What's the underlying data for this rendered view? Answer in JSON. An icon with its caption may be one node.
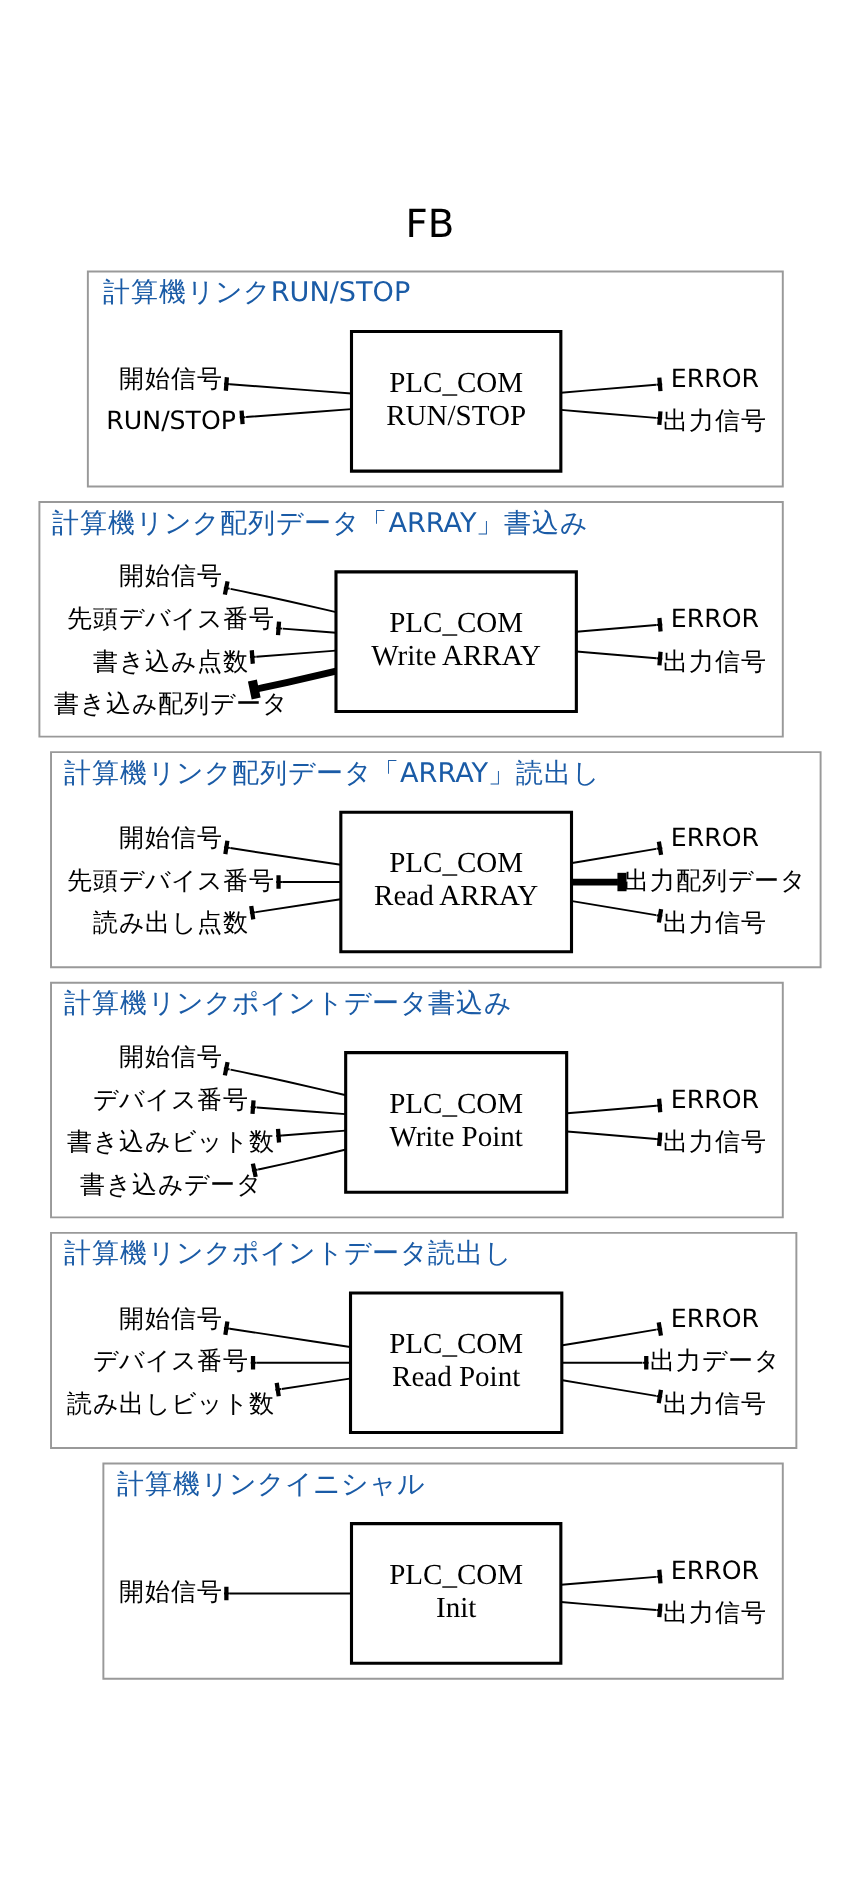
{
  "diagram": {
    "title": "FB",
    "nodes": [
      {
        "text": [
          "計算機リンクイニシャル"
        ]
      },
      {
        "text": [
          "開始信号"
        ],
        "in": 0
      },
      {
        "text": [
          "PLC_COM Init"
        ],
        "in": 0
      },
      {
        "text": [
          "出力信号"
        ],
        "in": 0
      },
      {
        "text": [
          "ERROR"
        ],
        "in": 0
      },
      {
        "text": [
          "計算機リンクポイントデータ読出し"
        ]
      },
      {
        "text": [
          "開始信号"
        ],
        "in": 5
      },
      {
        "text": [
          "デバイス番号"
        ],
        "in": 5
      },
      {
        "text": [
          "読み出しビット数"
        ],
        "in": 5
      },
      {
        "text": [
          "PLC_COM Read Point"
        ],
        "in": 5
      },
      {
        "text": [
          "出力信号"
        ],
        "in": 5
      },
      {
        "text": [
          "出力データ"
        ],
        "in": 5
      },
      {
        "text": [
          "ERROR"
        ],
        "in": 5
      },
      {
        "text": [
          "計算機リンクポイントデータ書込み"
        ]
      },
      {
        "text": [
          "開始信号"
        ],
        "in": 13
      },
      {
        "text": [
          "デバイス番号"
        ],
        "in": 13
      },
      {
        "text": [
          "書き込みビット数"
        ],
        "in": 13
      },
      {
        "text": [
          "書き込みデータ"
        ],
        "in": 13
      },
      {
        "text": [
          "PLC_COM Write Point"
        ],
        "in": 13
      },
      {
        "text": [
          "出力信号"
        ],
        "in": 13
      },
      {
        "text": [
          "ERROR"
        ],
        "in": 13
      },
      {
        "text": [
          "計算機リンク配列データ「ARRAY」読出し"
        ]
      },
      {
        "text": [
          "開始信号"
        ],
        "in": 21
      },
      {
        "text": [
          "先頭デバイス番号"
        ],
        "in": 21
      },
      {
        "text": [
          "読み出し点数"
        ],
        "in": 21
      },
      {
        "text": [
          "PLC_COM Read ARRAY"
        ],
        "in": 21
      },
      {
        "text": [
          "出力信号"
        ],
        "in": 21
      },
      {
        "text": [
          "出力配列データ"
        ],
        "in": 21
      },
      {
        "text": [
          "ERROR"
        ],
        "in": 21
      },
      {
        "text": [
          "計算機リンク配列データ「ARRAY」書込み"
        ]
      },
      {
        "text": [
          "開始信号"
        ],
        "in": 29
      },
      {
        "text": [
          "先頭デバイス番号"
        ],
        "in": 29
      },
      {
        "text": [
          "書き込み点数"
        ],
        "in": 29
      },
      {
        "text": [
          "書き込み配列データ"
        ],
        "in": 29
      },
      {
        "text": [
          "PLC_COM Write ARRAY"
        ],
        "in": 29
      },
      {
        "text": [
          "出力信号"
        ],
        "in": 29
      },
      {
        "text": [
          "ERROR"
        ],
        "in": 29
      },
      {
        "text": [
          "計算機リンクRUN/STOP"
        ]
      },
      {
        "text": [
          "開始信号"
        ],
        "in": 37
      },
      {
        "text": [
          "RUN/STOP"
        ],
        "in": 37
      },
      {
        "text": [
          "PLC_COM RUN/STOP"
        ],
        "in": 37
      },
      {
        "text": [
          "出力信号"
        ],
        "in": 37
      },
      {
        "text": [
          "ERROR"
        ],
        "in": 37
      }
    ],
    "edges": [
      {
        "from": 1,
        "to": 2,
        "arrow": "other"
      },
      {
        "from": 2,
        "to": 3,
        "arrow": "other"
      },
      {
        "from": 2,
        "to": 4,
        "arrow": "other"
      },
      {
        "from": 6,
        "to": 9,
        "arrow": "other"
      },
      {
        "from": 7,
        "to": 9,
        "arrow": "other"
      },
      {
        "from": 8,
        "to": 9,
        "arrow": "other"
      },
      {
        "from": 9,
        "to": 10,
        "arrow": "other"
      },
      {
        "from": 9,
        "to": 11,
        "arrow": "other"
      },
      {
        "from": 9,
        "to": 12,
        "arrow": "other"
      },
      {
        "from": 14,
        "to": 18,
        "arrow": "other"
      },
      {
        "from": 15,
        "to": 18,
        "arrow": "other"
      },
      {
        "from": 16,
        "to": 18,
        "arrow": "other"
      },
      {
        "from": 17,
        "to": 18,
        "arrow": "other"
      },
      {
        "from": 18,
        "to": 19,
        "arrow": "other"
      },
      {
        "from": 18,
        "to": 20,
        "arrow": "other"
      },
      {
        "from": 22,
        "to": 25,
        "arrow": "other"
      },
      {
        "from": 23,
        "to": 25,
        "arrow": "other"
      },
      {
        "from": 24,
        "to": 25,
        "arrow": "other"
      },
      {
        "from": 25,
        "to": 26,
        "arrow": "other"
      },
      {
        "from": 25,
        "to": 27,
        "arrow": "other",
        "style": "thick"
      },
      {
        "from": 25,
        "to": 28,
        "arrow": "other"
      },
      {
        "from": 30,
        "to": 34,
        "arrow": "other"
      },
      {
        "from": 31,
        "to": 34,
        "arrow": "other"
      },
      {
        "from": 32,
        "to": 34,
        "arrow": "other"
      },
      {
        "from": 33,
        "to": 34,
        "arrow": "other",
        "style": "thick"
      },
      {
        "from": 34,
        "to": 35,
        "arrow": "other"
      },
      {
        "from": 34,
        "to": 36,
        "arrow": "other"
      },
      {
        "from": 38,
        "to": 40,
        "arrow": "other"
      },
      {
        "from": 39,
        "to": 40,
        "arrow": "other"
      },
      {
        "from": 40,
        "to": 41,
        "arrow": "other"
      },
      {
        "from": 40,
        "to": 42,
        "arrow": "other"
      }
    ]
  }
}
